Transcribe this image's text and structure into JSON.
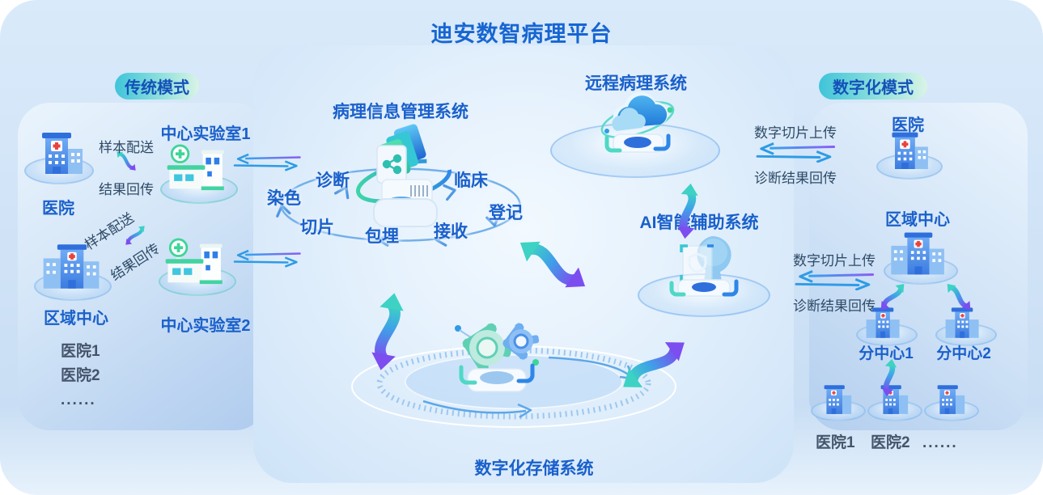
{
  "title": "迪安数智病理平台",
  "colors": {
    "title_blue": "#1766D1",
    "label_blue": "#1A60CB",
    "badge_text": "#1451B8",
    "arrow_teal": "#3DD2C4",
    "arrow_purple": "#7C4DEF",
    "arrow_blue": "#2E9BE6",
    "dark_text": "#44546A"
  },
  "left_panel": {
    "badge": "传统模式",
    "hospital": "医院",
    "regional_center": "区域中心",
    "lab1": "中心实验室1",
    "lab2": "中心实验室2",
    "flow1": {
      "up": "样本配送",
      "down": "结果回传"
    },
    "flow2": {
      "up": "样本配送",
      "down": "结果回传"
    },
    "hospital_list": [
      "医院1",
      "医院2",
      "......"
    ]
  },
  "center_panel": {
    "pims_title": "病理信息管理系统",
    "workflow": [
      "染色",
      "诊断",
      "临床",
      "登记",
      "接收",
      "包埋",
      "切片"
    ],
    "remote_title": "远程病理系统",
    "ai_title": "AI智能辅助系统",
    "storage_title": "数字化存储系统"
  },
  "right_panel": {
    "badge": "数字化模式",
    "hospital": "医院",
    "regional_center": "区域中心",
    "link1": {
      "up": "数字切片上传",
      "down": "诊断结果回传"
    },
    "link2": {
      "up": "数字切片上传",
      "down": "诊断结果回传"
    },
    "subcenter1": "分中心1",
    "subcenter2": "分中心2",
    "hospital_list": [
      "医院1",
      "医院2",
      "......"
    ]
  }
}
